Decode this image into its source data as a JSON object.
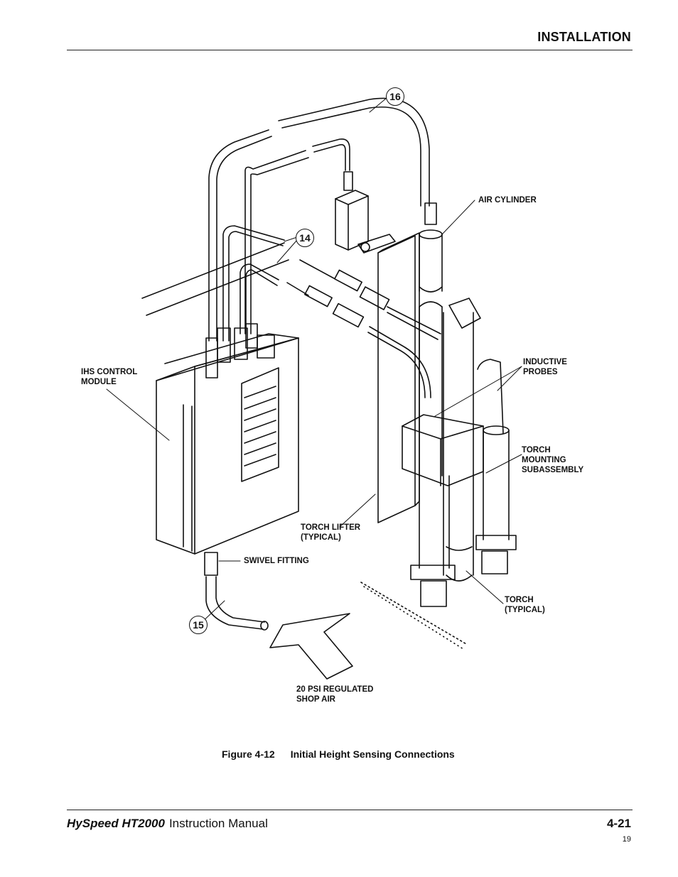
{
  "header": {
    "section": "INSTALLATION"
  },
  "figure": {
    "callouts": [
      "16",
      "14",
      "15"
    ],
    "labels": {
      "air_cylinder": "AIR CYLINDER",
      "inductive_probes": "INDUCTIVE\nPROBES",
      "ihs_control_module": "IHS CONTROL\nMODULE",
      "torch_mounting": "TORCH\nMOUNTING\nSUBASSEMBLY",
      "torch_lifter": "TORCH LIFTER\n(TYPICAL)",
      "swivel_fitting": "SWIVEL FITTING",
      "torch": "TORCH\n(TYPICAL)",
      "shop_air": "20 PSI REGULATED\nSHOP AIR"
    },
    "caption": {
      "number": "Figure 4-12",
      "title": "Initial Height Sensing Connections"
    }
  },
  "footer": {
    "brand": "HySpeed HT2000",
    "manual": "Instruction Manual",
    "page": "4-21",
    "sequence": "19"
  }
}
